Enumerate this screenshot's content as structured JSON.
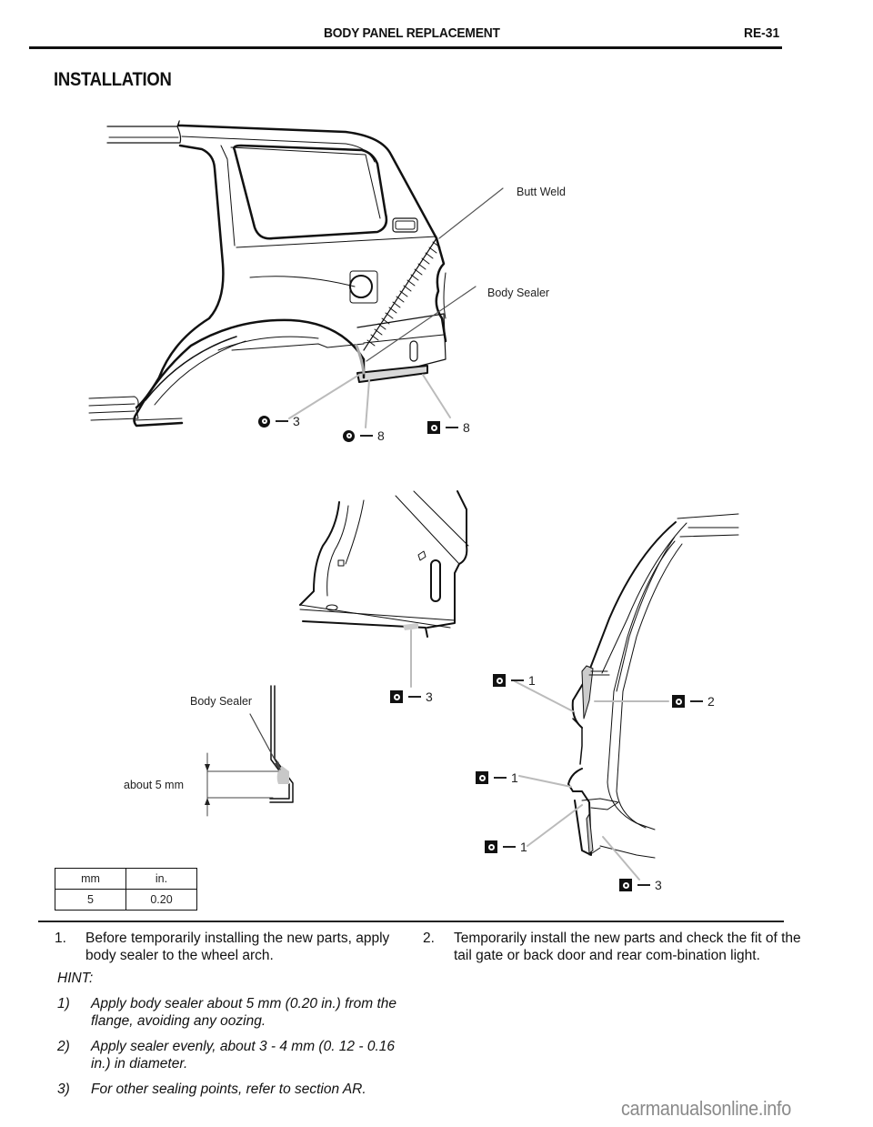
{
  "header": {
    "title": "BODY PANEL REPLACEMENT",
    "page": "RE-31"
  },
  "section_title": "INSTALLATION",
  "figure_top": {
    "labels": {
      "butt_weld": "Butt Weld",
      "body_sealer": "Body Sealer"
    },
    "callouts": [
      {
        "symbol": "round-spot-weld-icon",
        "count": "3"
      },
      {
        "symbol": "round-spot-weld-icon",
        "count": "8"
      },
      {
        "symbol": "square-spot-weld-icon",
        "count": "8"
      }
    ]
  },
  "figure_bottom": {
    "labels": {
      "body_sealer": "Body Sealer",
      "about_5mm": "about 5 mm"
    },
    "callouts": [
      {
        "symbol": "square-spot-weld-icon",
        "count": "3"
      },
      {
        "symbol": "square-spot-weld-icon",
        "count": "1"
      },
      {
        "symbol": "square-spot-weld-icon",
        "count": "2"
      },
      {
        "symbol": "square-spot-weld-icon",
        "count": "1"
      },
      {
        "symbol": "square-spot-weld-icon",
        "count": "1"
      },
      {
        "symbol": "square-spot-weld-icon",
        "count": "3"
      }
    ]
  },
  "conversion_table": {
    "headers": [
      "mm",
      "in."
    ],
    "rows": [
      [
        "5",
        "0.20"
      ]
    ]
  },
  "steps": [
    {
      "number": "1.",
      "text": "Before temporarily installing the new parts, apply body sealer to the wheel arch."
    },
    {
      "number": "2.",
      "text": "Temporarily install the new parts and check the fit of the tail gate or back door and rear com-bination light."
    }
  ],
  "hint": {
    "label": "HINT:",
    "items": [
      {
        "number": "1)",
        "text": "Apply body sealer about 5 mm (0.20 in.) from the flange, avoiding any oozing."
      },
      {
        "number": "2)",
        "text": "Apply sealer evenly, about 3 - 4 mm (0. 12 - 0.16 in.) in diameter."
      },
      {
        "number": "3)",
        "text": "For other sealing points, refer to section AR."
      }
    ]
  },
  "watermark": "carmanualsonline.info"
}
